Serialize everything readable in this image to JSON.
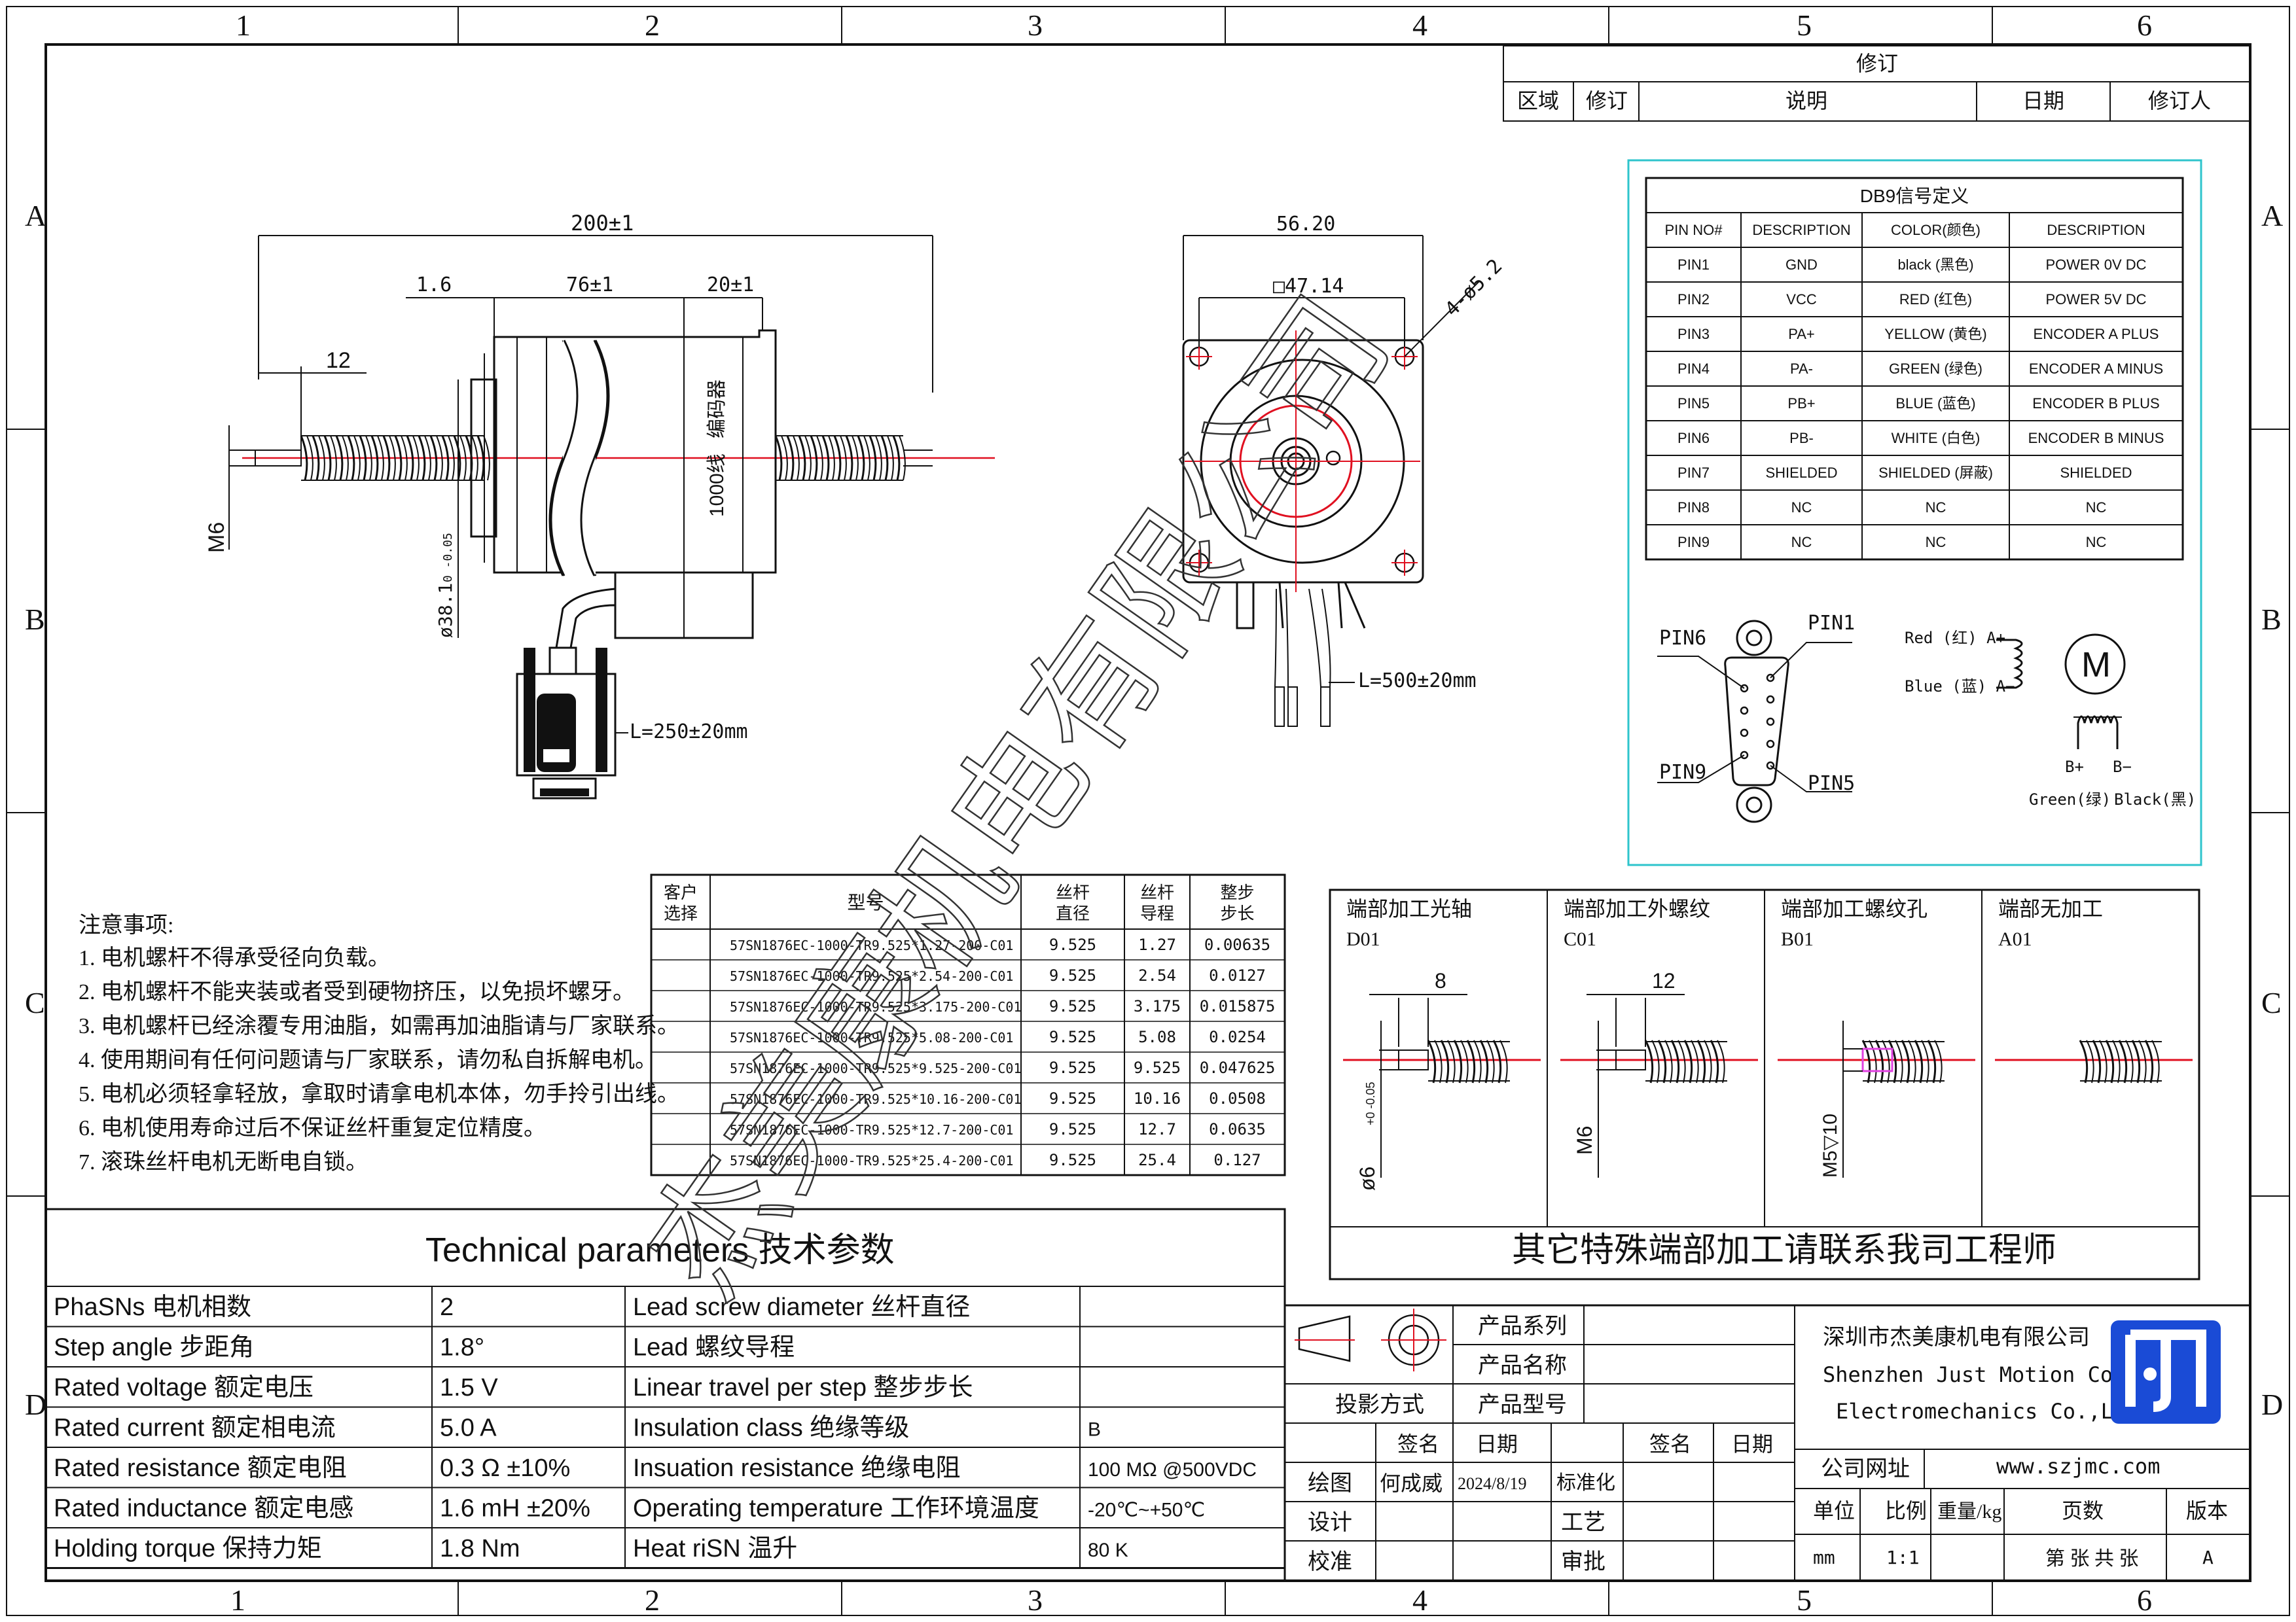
{
  "frame": {
    "columns": [
      "1",
      "2",
      "3",
      "4",
      "5",
      "6"
    ],
    "rows": [
      "A",
      "B",
      "C",
      "D"
    ]
  },
  "revision": {
    "title": "修订",
    "headers": [
      "区域",
      "修订",
      "说明",
      "日期",
      "修订人"
    ]
  },
  "db9": {
    "title": "DB9信号定义",
    "headers": [
      "PIN NO#",
      "DESCRIPTION",
      "COLOR(颜色)",
      "DESCRIPTION"
    ],
    "rows": [
      [
        "PIN1",
        "GND",
        "black (黑色)",
        "POWER 0V DC"
      ],
      [
        "PIN2",
        "VCC",
        "RED (红色)",
        "POWER 5V DC"
      ],
      [
        "PIN3",
        "PA+",
        "YELLOW (黄色)",
        "ENCODER A PLUS"
      ],
      [
        "PIN4",
        "PA-",
        "GREEN (绿色)",
        "ENCODER A MINUS"
      ],
      [
        "PIN5",
        "PB+",
        "BLUE (蓝色)",
        "ENCODER B PLUS"
      ],
      [
        "PIN6",
        "PB-",
        "WHITE (白色)",
        "ENCODER B MINUS"
      ],
      [
        "PIN7",
        "SHIELDED",
        "SHIELDED (屏蔽)",
        "SHIELDED"
      ],
      [
        "PIN8",
        "NC",
        "NC",
        "NC"
      ],
      [
        "PIN9",
        "NC",
        "NC",
        "NC"
      ]
    ],
    "connector": {
      "pin6": "PIN6",
      "pin1": "PIN1",
      "pin9": "PIN9",
      "pin5": "PIN5"
    },
    "motor": {
      "a_plus": "Red (红) A+",
      "a_minus": "Blue (蓝) A−",
      "b_plus": "B+",
      "b_minus": "B−",
      "green": "Green(绿)",
      "black": "Black(黑)",
      "m": "M"
    }
  },
  "side_view": {
    "overall": "200±1",
    "d16": "1.6",
    "body": "76±1",
    "rear": "20±1",
    "d12": "12",
    "thread": "M6",
    "pilot": "ø38.1",
    "pilot_tol": "0 -0.05",
    "cable": "L=250±20mm",
    "label1": "1000线",
    "label2": "编码器"
  },
  "front_view": {
    "width": "56.20",
    "square": "□47.14",
    "holes": "4-ø5.2",
    "lead": "L=500±20mm"
  },
  "notes": {
    "title": "注意事项:",
    "items": [
      "1. 电机螺杆不得承受径向负载。",
      "2. 电机螺杆不能夹装或者受到硬物挤压，以免损坏螺牙。",
      "3. 电机螺杆已经涂覆专用油脂，如需再加油脂请与厂家联系。",
      "4. 使用期间有任何问题请与厂家联系，请勿私自拆解电机。",
      "5. 电机必须轻拿轻放，拿取时请拿电机本体，勿手拎引出线。",
      "6. 电机使用寿命过后不保证丝杆重复定位精度。",
      "7. 滚珠丝杆电机无断电自锁。"
    ]
  },
  "models": {
    "headers": [
      "客户\n选择",
      "型号",
      "丝杆\n直径",
      "丝杆\n导程",
      "整步\n步长"
    ],
    "rows": [
      [
        "57SN1876EC-1000-TR9.525*1.27-200-C01",
        "9.525",
        "1.27",
        "0.00635"
      ],
      [
        "57SN1876EC-1000-TR9.525*2.54-200-C01",
        "9.525",
        "2.54",
        "0.0127"
      ],
      [
        "57SN1876EC-1000-TR9.525*3.175-200-C01",
        "9.525",
        "3.175",
        "0.015875"
      ],
      [
        "57SN1876EC-1000-TR9.525*5.08-200-C01",
        "9.525",
        "5.08",
        "0.0254"
      ],
      [
        "57SN1876EC-1000-TR9.525*9.525-200-C01",
        "9.525",
        "9.525",
        "0.047625"
      ],
      [
        "57SN1876EC-1000-TR9.525*10.16-200-C01",
        "9.525",
        "10.16",
        "0.0508"
      ],
      [
        "57SN1876EC-1000-TR9.525*12.7-200-C01",
        "9.525",
        "12.7",
        "0.0635"
      ],
      [
        "57SN1876EC-1000-TR9.525*25.4-200-C01",
        "9.525",
        "25.4",
        "0.127"
      ]
    ]
  },
  "ends": {
    "panels": [
      {
        "title": "端部加工光轴",
        "code": "D01",
        "dim": "8",
        "side": "ø6"
      },
      {
        "title": "端部加工外螺纹",
        "code": "C01",
        "dim": "12",
        "side": "M6"
      },
      {
        "title": "端部加工螺纹孔",
        "code": "B01",
        "dim": "",
        "side": "M5▽10"
      },
      {
        "title": "端部无加工",
        "code": "A01",
        "dim": "",
        "side": ""
      }
    ],
    "tol": "+0 -0.05",
    "footer": "其它特殊端部加工请联系我司工程师"
  },
  "tech": {
    "title": "Technical parameters 技术参数",
    "rows": [
      [
        "PhaSNs 电机相数",
        "2",
        "Lead screw diameter 丝杆直径",
        ""
      ],
      [
        "Step angle 步距角",
        "1.8°",
        "Lead 螺纹导程",
        ""
      ],
      [
        "Rated voltage 额定电压",
        "1.5 V",
        "Linear travel per step 整步步长",
        ""
      ],
      [
        "Rated current 额定相电流",
        "5.0 A",
        "Insulation class 绝缘等级",
        "B"
      ],
      [
        "Rated resistance 额定电阻",
        "0.3 Ω  ±10%",
        "Insuation resistance 绝缘电阻",
        "100 MΩ @500VDC"
      ],
      [
        "Rated inductance 额定电感",
        "1.6 mH ±20%",
        "Operating temperature 工作环境温度",
        "-20℃~+50℃"
      ],
      [
        "Holding torque 保持力矩",
        "1.8 Nm",
        "Heat riSN 温升",
        "80 K"
      ]
    ]
  },
  "title_block": {
    "series": "产品系列",
    "name": "产品名称",
    "model": "产品型号",
    "projection": "投影方式",
    "sign": "签名",
    "date": "日期",
    "draw": "绘图",
    "drawer": "何成威",
    "draw_date": "2024/8/19",
    "standard": "标准化",
    "design": "设计",
    "process": "工艺",
    "check": "校准",
    "approve": "审批",
    "company_cn": "深圳市杰美康机电有限公司",
    "company_en1": "Shenzhen Just Motion Control",
    "company_en2": "Electromechanics Co.,LTD",
    "web_label": "公司网址",
    "web": "www.szjmc.com",
    "unit": "单位",
    "scale": "比例",
    "weight": "重量/kg",
    "pages": "页数",
    "version": "版本",
    "unit_v": "mm",
    "scale_v": "1:1",
    "pages_v": "第 张 共 张",
    "version_v": "A"
  },
  "watermark": "杰美康机电有限公司"
}
